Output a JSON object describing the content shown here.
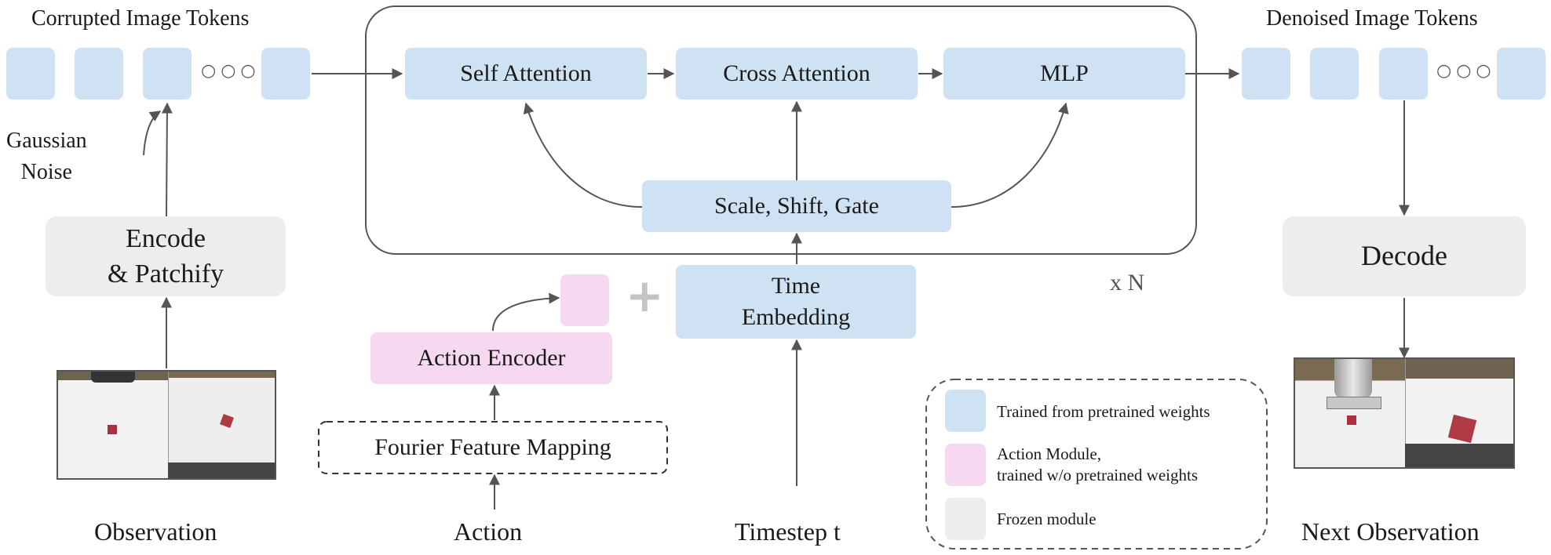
{
  "corrupted_tokens_title": "Corrupted Image Tokens",
  "denoised_tokens_title": "Denoised Image Tokens",
  "gaussian_noise": [
    "Gaussian",
    "Noise"
  ],
  "encode_patchify": [
    "Encode",
    "& Patchify"
  ],
  "observation_label": "Observation",
  "transformer": {
    "self_attention": "Self Attention",
    "cross_attention": "Cross Attention",
    "mlp": "MLP",
    "scale_shift_gate": "Scale, Shift, Gate",
    "repeat": "x N"
  },
  "time_embedding": [
    "Time",
    "Embedding"
  ],
  "timestep_label": "Timestep t",
  "action_encoder": "Action Encoder",
  "fourier_mapping": "Fourier Feature Mapping",
  "action_label": "Action",
  "decode": "Decode",
  "next_observation_label": "Next Observation",
  "plus_symbol": "+",
  "legend": [
    {
      "color": "#cfe2f3",
      "lines": [
        "Trained from pretrained weights"
      ]
    },
    {
      "color": "#f6d9f1",
      "lines": [
        "Action Module,",
        "trained w/o pretrained weights"
      ]
    },
    {
      "color": "#ededed",
      "lines": [
        "Frozen module"
      ]
    }
  ]
}
